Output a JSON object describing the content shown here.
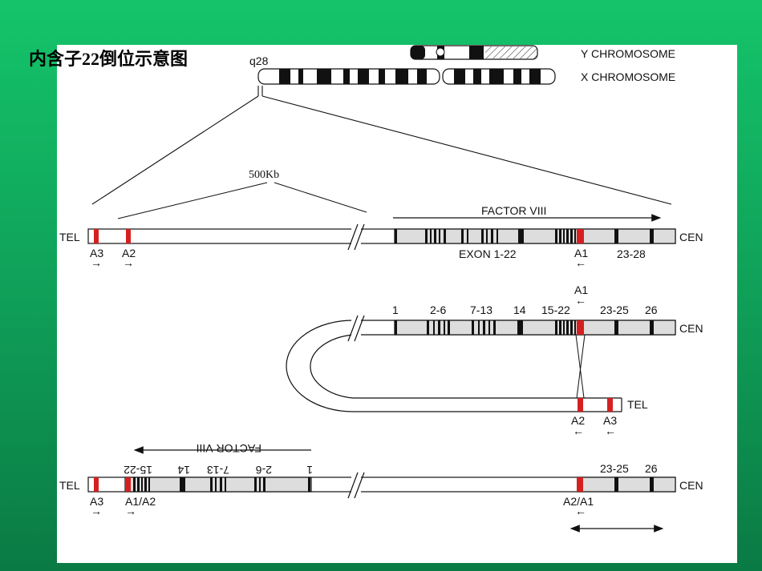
{
  "title": "内含子22倒位示意图",
  "colors": {
    "background": "#12b862",
    "marker": "#d42020",
    "gene_fill": "#dddddd"
  },
  "chromosomes": {
    "y_label": "Y CHROMOSOME",
    "x_label": "X CHROMOSOME",
    "band_label": "q28"
  },
  "scale_label": "500Kb",
  "panel1": {
    "tel": "TEL",
    "cen": "CEN",
    "gene_label": "FACTOR VIII",
    "exon_label": "EXON 1-22",
    "tail_label": "23-28",
    "markers": [
      {
        "name": "A3",
        "arrow": "→"
      },
      {
        "name": "A2",
        "arrow": "→"
      },
      {
        "name": "A1",
        "arrow": "←"
      }
    ]
  },
  "panel2": {
    "cen": "CEN",
    "tel": "TEL",
    "a1_label": "A1",
    "a1_arrow": "←",
    "exon_groups": [
      "1",
      "2-6",
      "7-13",
      "14",
      "15-22",
      "23-25",
      "26"
    ],
    "markers": [
      {
        "name": "A2",
        "arrow": "←"
      },
      {
        "name": "A3",
        "arrow": "←"
      }
    ]
  },
  "panel3": {
    "tel": "TEL",
    "cen": "CEN",
    "gene_label": "FACTOR VIII",
    "inverted_groups": [
      "15-22",
      "14",
      "7-13",
      "2-6",
      "1"
    ],
    "right_groups": [
      "23-25",
      "26"
    ],
    "markers": [
      {
        "name": "A3",
        "arrow": "→"
      },
      {
        "name": "A1/A2",
        "arrow": "→"
      },
      {
        "name": "A2/A1",
        "arrow": "←"
      }
    ]
  }
}
